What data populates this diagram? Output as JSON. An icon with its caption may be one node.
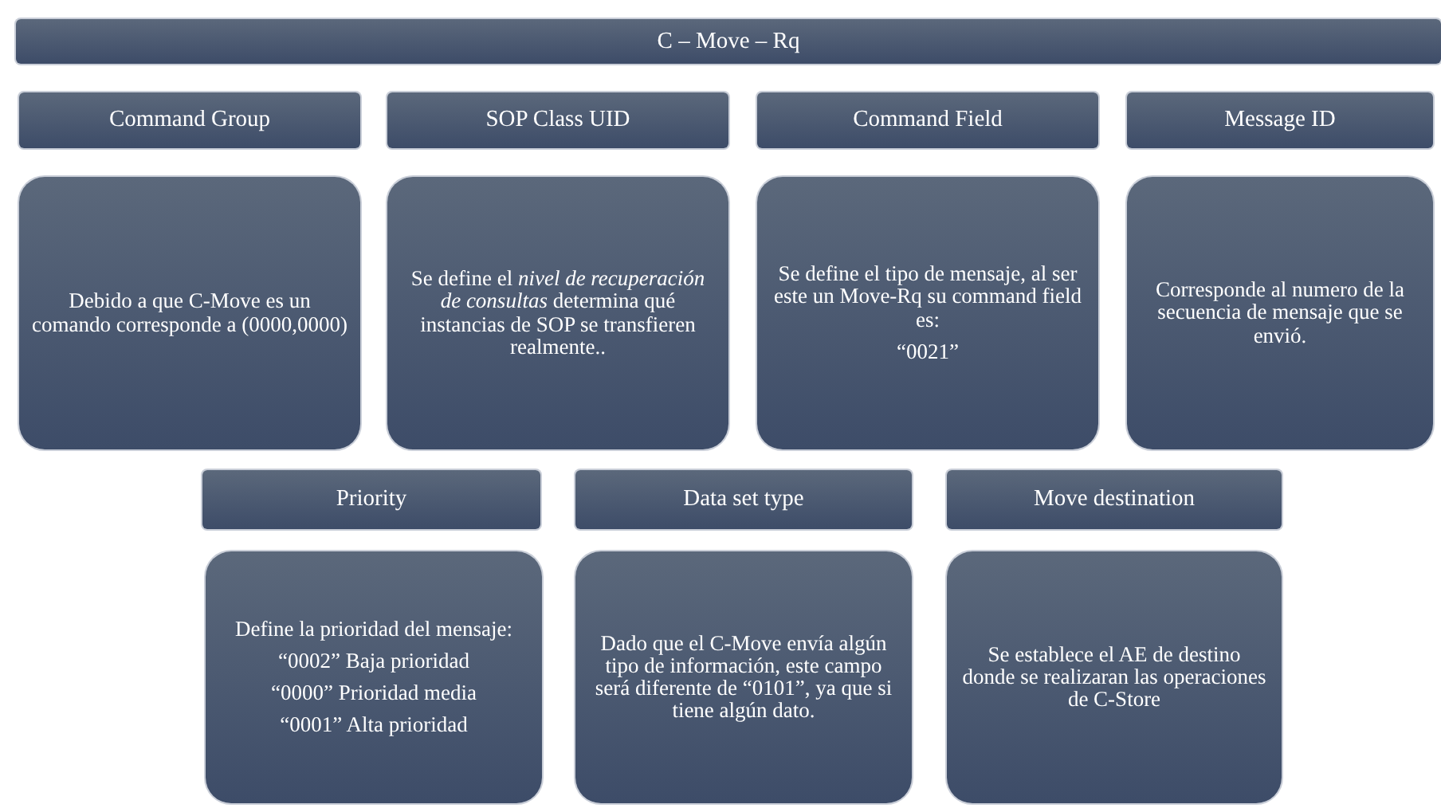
{
  "diagram": {
    "nodes": [
      {
        "text": [
          "C – Move – Rq"
        ]
      },
      {
        "text": [
          "Command Group"
        ]
      },
      {
        "text": [
          "SOP Class UID"
        ]
      },
      {
        "text": [
          "Command Field"
        ]
      },
      {
        "text": [
          "Message ID"
        ]
      },
      {
        "text": [
          "Debido a que C-Move es un comando corresponde a (0000,0000)"
        ]
      },
      {
        "text": [
          "Se define el *nivel de recuperación de consultas* determina qué instancias de SOP se transfieren realmente.."
        ]
      },
      {
        "text": [
          "Se define el tipo de mensaje, al ser este un Move-Rq su command field es:",
          "“0021”"
        ]
      },
      {
        "text": [
          "Corresponde al numero de la secuencia de mensaje que se envió."
        ]
      },
      {
        "text": [
          "Priority"
        ]
      },
      {
        "text": [
          "Data set type"
        ]
      },
      {
        "text": [
          "Move destination"
        ]
      },
      {
        "text": [
          "Define la prioridad del mensaje:",
          "“0002” Baja prioridad",
          "“0000” Prioridad media",
          "“0001” Alta prioridad"
        ]
      },
      {
        "text": [
          "Dado que el C-Move envía algún tipo de información, este campo  será diferente de “0101”, ya que si tiene algún dato."
        ]
      },
      {
        "text": [
          "Se establece el AE de destino donde se realizaran las operaciones de C-Store"
        ]
      }
    ]
  }
}
